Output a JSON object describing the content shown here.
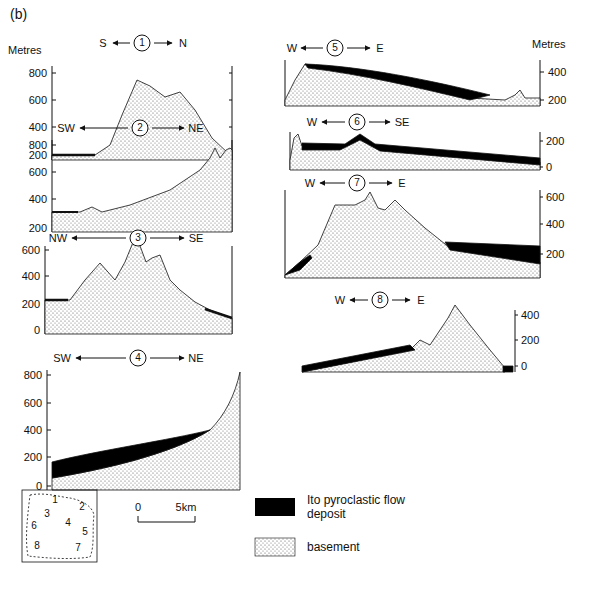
{
  "diagram": {
    "labels": [
      "(b)",
      "Metres",
      "S",
      "1",
      "N",
      "800",
      "600",
      "400",
      "200",
      "SW",
      "2",
      "NE",
      "800",
      "600",
      "400",
      "200",
      "NW",
      "3",
      "SE",
      "600",
      "400",
      "200",
      "0",
      "SW",
      "4",
      "NE",
      "800",
      "600",
      "400",
      "200",
      "0",
      "W",
      "5",
      "E",
      "Metres",
      "400",
      "200",
      "W",
      "6",
      "SE",
      "200",
      "0",
      "W",
      "7",
      "E",
      "600",
      "400",
      "200",
      "W",
      "8",
      "E",
      "400",
      "200",
      "0",
      "1",
      "2",
      "3",
      "4",
      "5",
      "6",
      "7",
      "8",
      "0",
      "5km"
    ],
    "legend": [
      {
        "text": "Ito pyroclastic flow deposit",
        "color": "#000000"
      },
      {
        "text": "basement"
      }
    ]
  }
}
